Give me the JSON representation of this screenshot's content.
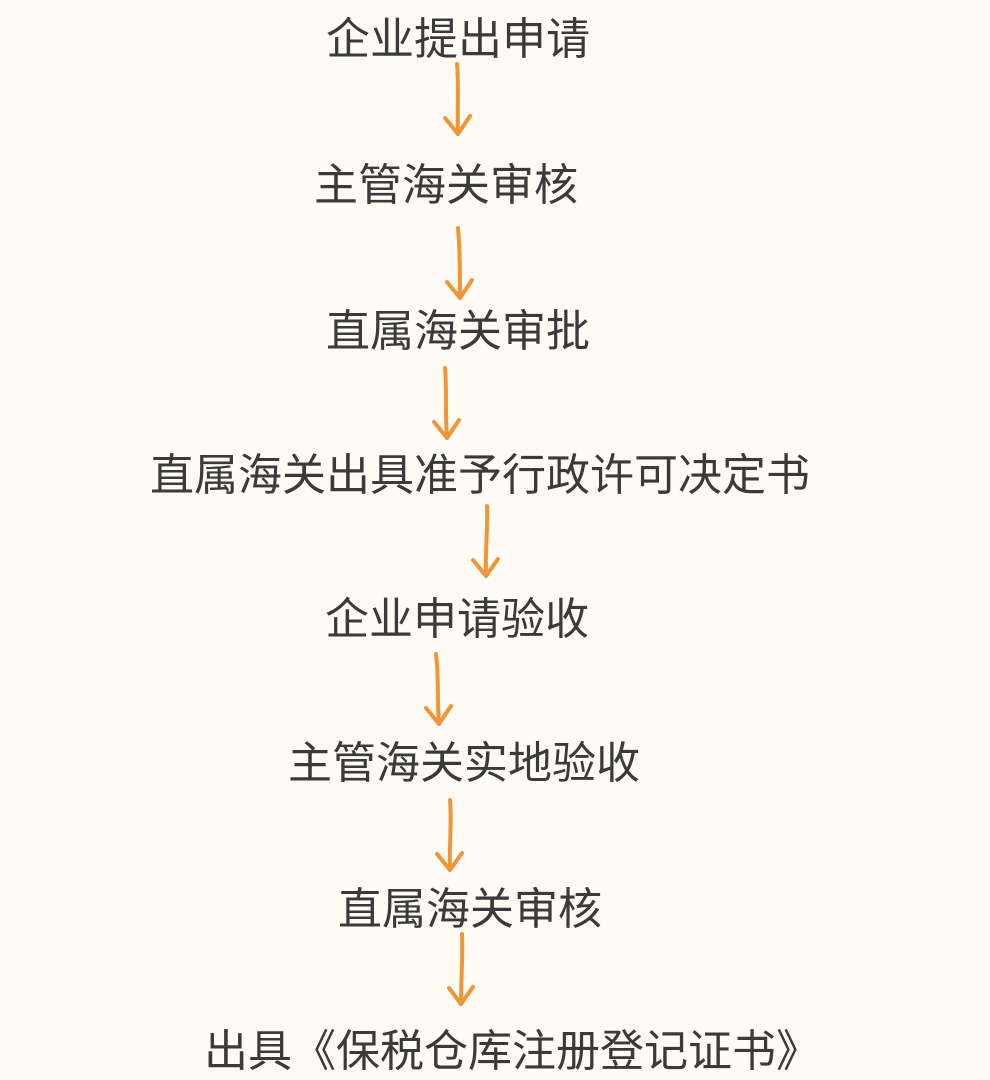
{
  "flowchart": {
    "steps": [
      "企业提出申请",
      "主管海关审核",
      "直属海关审批",
      "直属海关出具准予行政许可决定书",
      "企业申请验收",
      "主管海关实地验收",
      "直属海关审核",
      "出具《保税仓库注册登记证书》"
    ],
    "arrow_color": "#f0953a",
    "text_color": "#3a3a3a",
    "background_color": "#fdfbf3"
  }
}
